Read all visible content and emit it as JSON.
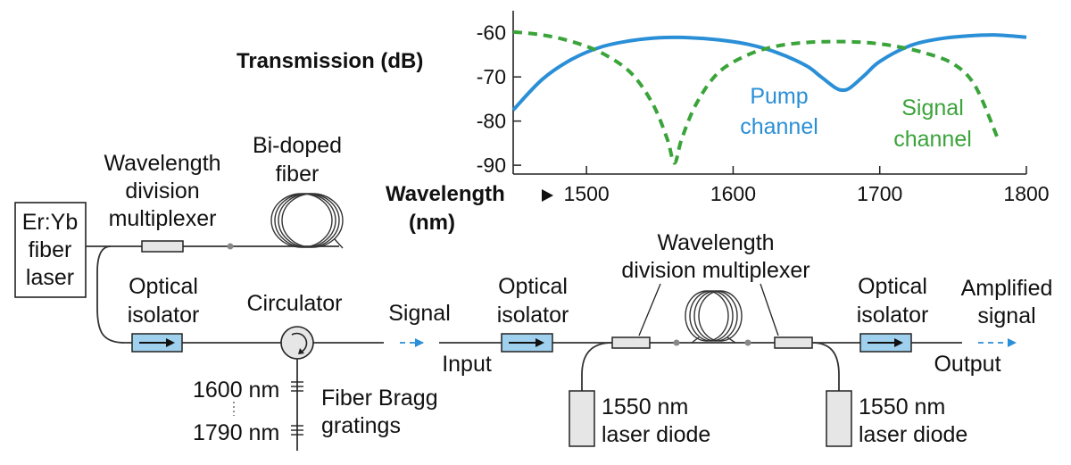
{
  "chart_data": {
    "type": "line",
    "ylabel": "Transmission (dB)",
    "xlabel": "Wavelength",
    "xlabel_unit": "(nm)",
    "xlim": [
      1450,
      1800
    ],
    "ylim": [
      -92,
      -55
    ],
    "xticks": [
      1500,
      1600,
      1700,
      1800
    ],
    "yticks": [
      -60,
      -70,
      -80,
      -90
    ],
    "grid": false,
    "series": [
      {
        "name": "Pump channel",
        "label_lines": [
          "Pump",
          "channel"
        ],
        "color": "#2a8fd6",
        "style": "solid",
        "x": [
          1450,
          1470,
          1490,
          1510,
          1530,
          1550,
          1570,
          1590,
          1610,
          1630,
          1650,
          1660,
          1670,
          1675,
          1680,
          1690,
          1700,
          1720,
          1740,
          1760,
          1780,
          1800
        ],
        "y": [
          -77.5,
          -70.5,
          -66,
          -63.2,
          -61.8,
          -61.1,
          -61.1,
          -61.6,
          -62.6,
          -64.5,
          -67.5,
          -70,
          -72.5,
          -73,
          -72.4,
          -69.5,
          -66.5,
          -63,
          -61.4,
          -60.7,
          -60.5,
          -61
        ]
      },
      {
        "name": "Signal channel",
        "label_lines": [
          "Signal",
          "channel"
        ],
        "color": "#3aa33a",
        "style": "dashed",
        "x": [
          1450,
          1470,
          1490,
          1510,
          1530,
          1545,
          1555,
          1560,
          1565,
          1575,
          1590,
          1610,
          1630,
          1650,
          1670,
          1690,
          1710,
          1730,
          1750,
          1765,
          1780
        ],
        "y": [
          -59.8,
          -60.5,
          -62,
          -64.5,
          -69,
          -76,
          -84,
          -89.5,
          -84,
          -76,
          -69,
          -65,
          -63,
          -62.2,
          -62,
          -62.2,
          -63,
          -64.5,
          -67,
          -72,
          -83.5
        ]
      }
    ]
  },
  "labels": {
    "er_yb_laser": [
      "Er:Yb",
      "fiber",
      "laser"
    ],
    "wdm_top": [
      "Wavelength",
      "division",
      "multiplexer"
    ],
    "bi_doped": [
      "Bi-doped",
      "fiber"
    ],
    "optical_isolator": [
      "Optical",
      "isolator"
    ],
    "circulator": "Circulator",
    "signal": "Signal",
    "input": "Input",
    "wdm_right": [
      "Wavelength",
      "division multiplexer"
    ],
    "amplified_signal": [
      "Amplified",
      "signal"
    ],
    "output": "Output",
    "fbg_top": "1600 nm",
    "fbg_bottom": "1790 nm",
    "fiber_bragg": [
      "Fiber Bragg",
      "gratings"
    ],
    "laser_diode": [
      "1550 nm",
      "laser diode"
    ]
  },
  "colors": {
    "isolator_fill": "#9fd0ee",
    "arrow_blue": "#2a8fd6",
    "component_gray": "#e6e6e6"
  }
}
